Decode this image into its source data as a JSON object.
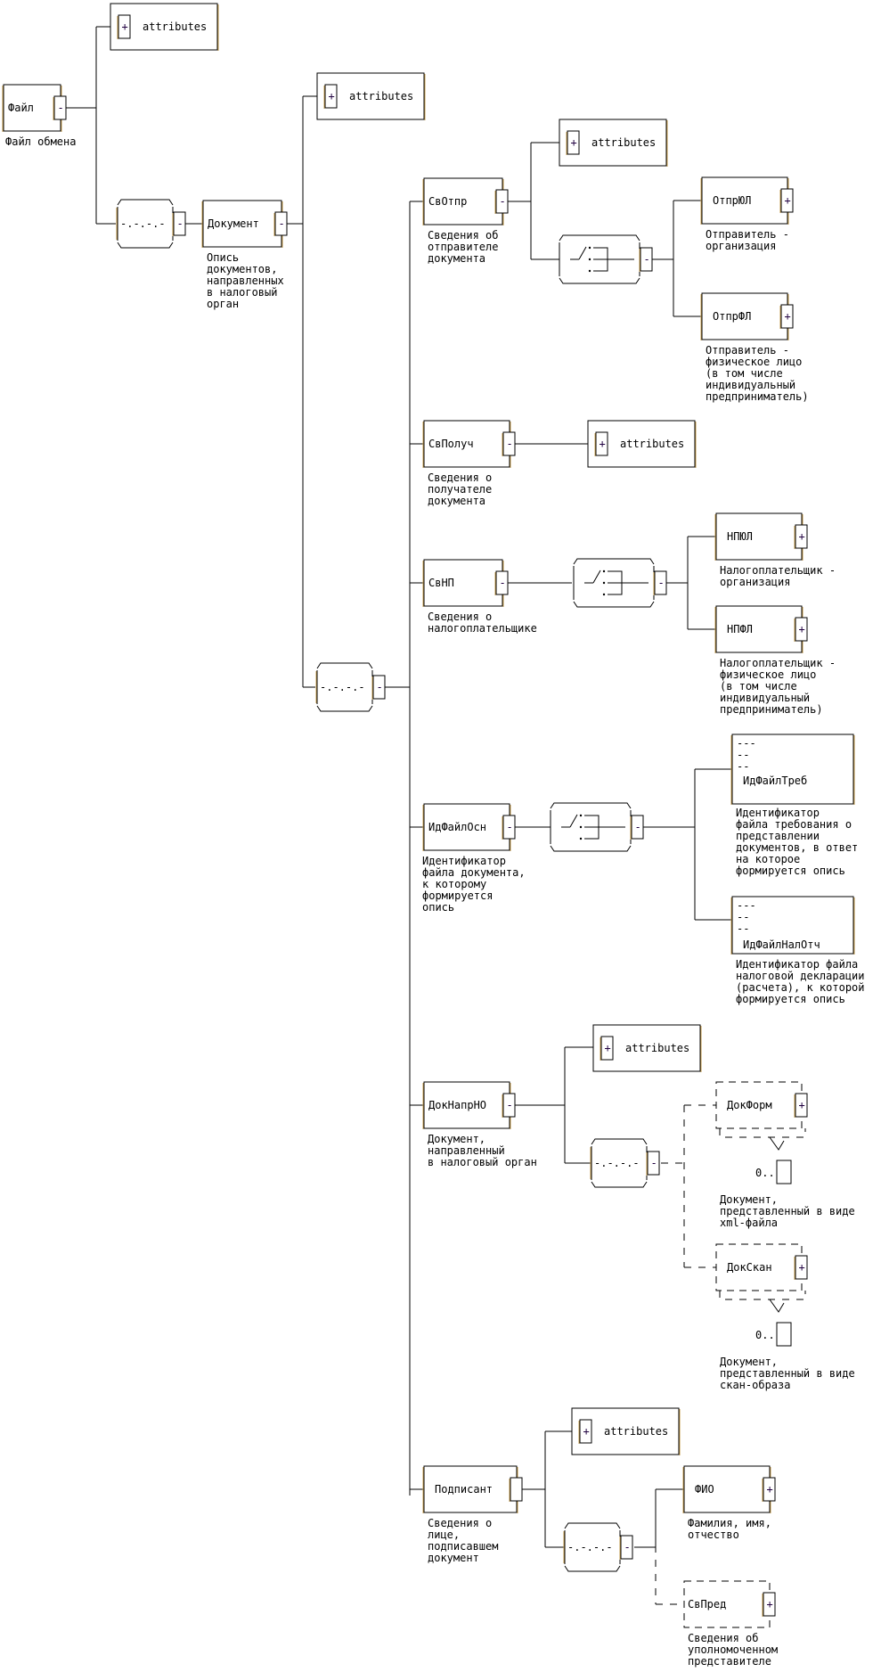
{
  "diagram": {
    "attributes_label": "attributes",
    "expand_sign": "+",
    "collapse_sign": "-",
    "occurrence_label": "0..",
    "sequence_glyph": "-.-.-.-",
    "nodes": {
      "fajl": {
        "name": "Файл",
        "desc": [
          "Файл обмена"
        ]
      },
      "dokument": {
        "name": "Документ",
        "desc": [
          "Опись",
          "документов,",
          "направленных",
          "в налоговый",
          "орган"
        ]
      },
      "svotpr": {
        "name": "СвОтпр",
        "desc": [
          "Сведения об",
          "отправителе",
          "документа"
        ]
      },
      "otpryul": {
        "name": "ОтпрЮЛ",
        "desc": [
          "Отправитель -",
          "организация"
        ]
      },
      "otprfl": {
        "name": "ОтпрФЛ",
        "desc": [
          "Отправитель -",
          "физическое лицо",
          "(в том числе",
          "индивидуальный",
          "предприниматель)"
        ]
      },
      "svpoluch": {
        "name": "СвПолуч",
        "desc": [
          "Сведения о",
          "получателе",
          "документа"
        ]
      },
      "svnp": {
        "name": "СвНП",
        "desc": [
          "Сведения о",
          "налогоплательщике"
        ]
      },
      "npyul": {
        "name": "НПЮЛ",
        "desc": [
          "Налогоплательщик -",
          "организация"
        ]
      },
      "npfl": {
        "name": "НПФЛ",
        "desc": [
          "Налогоплательщик -",
          "физическое лицо",
          "(в том числе",
          "индивидуальный",
          "предприниматель)"
        ]
      },
      "idfajlosn": {
        "name": "ИдФайлОсн",
        "desc": [
          "Идентификатор",
          "файла документа,",
          "к которому",
          "формируется",
          "опись"
        ]
      },
      "idfajltreb": {
        "name": "ИдФайлТреб",
        "prefix": [
          "---",
          "--",
          "--"
        ],
        "desc": [
          "Идентификатор",
          "файла требования о",
          "представлении",
          "документов, в ответ",
          "на которое",
          "формируется опись"
        ]
      },
      "idfajlnalotch": {
        "name": "ИдФайлНалОтч",
        "prefix": [
          "---",
          "--",
          "--"
        ],
        "desc": [
          "Идентификатор файла",
          "налоговой декларации",
          "(расчета), к которой",
          "формируется опись"
        ]
      },
      "doknaprno": {
        "name": "ДокНапрНО",
        "desc": [
          "Документ,",
          "направленный",
          "в налоговый орган"
        ]
      },
      "dokform": {
        "name": "ДокФорм",
        "desc": [
          "Документ,",
          "представленный в виде",
          "xml-файла"
        ]
      },
      "dokskan": {
        "name": "ДокСкан",
        "desc": [
          "Документ,",
          "представленный в виде",
          "скан-образа"
        ]
      },
      "podpisant": {
        "name": "Подписант",
        "desc": [
          "Сведения о",
          "лице,",
          "подписавшем",
          "документ"
        ]
      },
      "fio": {
        "name": "ФИО",
        "desc": [
          "Фамилия, имя,",
          "отчество"
        ]
      },
      "svpred": {
        "name": "СвПред",
        "desc": [
          "Сведения об",
          "уполномоченном",
          "представителе"
        ]
      }
    }
  }
}
